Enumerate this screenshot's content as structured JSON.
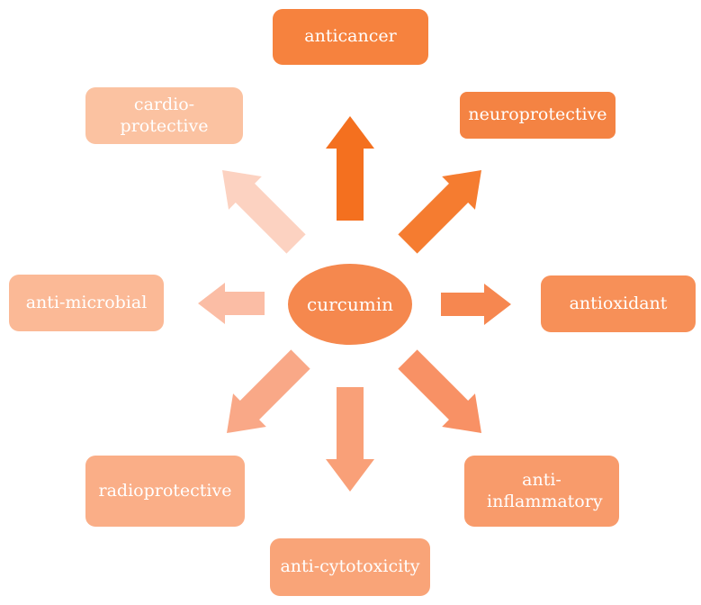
{
  "figure": {
    "background": "#ffffff",
    "text_color": "#ffffff",
    "center": {
      "label": "curcumin",
      "fill": "#f5884e"
    },
    "nodes": {
      "anticancer": {
        "label": "anticancer",
        "fill": "#f6823e"
      },
      "neuroprotective": {
        "label": "neuroprotective",
        "fill": "#f48343"
      },
      "antioxidant": {
        "label": "antioxidant",
        "fill": "#f79058"
      },
      "anti_inflammatory": {
        "label": "anti-inflammatory",
        "fill": "#f89b6b"
      },
      "anti_cytotoxicity": {
        "label": "anti-cytotoxicity",
        "fill": "#f9a478"
      },
      "radioprotective": {
        "label": "radioprotective",
        "fill": "#faae87"
      },
      "anti_microbial": {
        "label": "anti-microbial",
        "fill": "#fbb996"
      },
      "cardio_protective": {
        "label": "cardio-protective",
        "fill": "#fbc2a1"
      }
    },
    "arrows": {
      "up": {
        "to": "anticancer",
        "color": "#f4701f"
      },
      "upper_right": {
        "to": "neuroprotective",
        "color": "#f57c30"
      },
      "right": {
        "to": "antioxidant",
        "color": "#f68750"
      },
      "lower_right": {
        "to": "anti-inflammatory",
        "color": "#f89165"
      },
      "down": {
        "to": "anti-cytotoxicity",
        "color": "#f9a078"
      },
      "lower_left": {
        "to": "radioprotective",
        "color": "#f9a887"
      },
      "left": {
        "to": "anti-microbial",
        "color": "#fbbda5"
      },
      "upper_left": {
        "to": "cardio-protective",
        "color": "#fcd2c1"
      }
    }
  }
}
